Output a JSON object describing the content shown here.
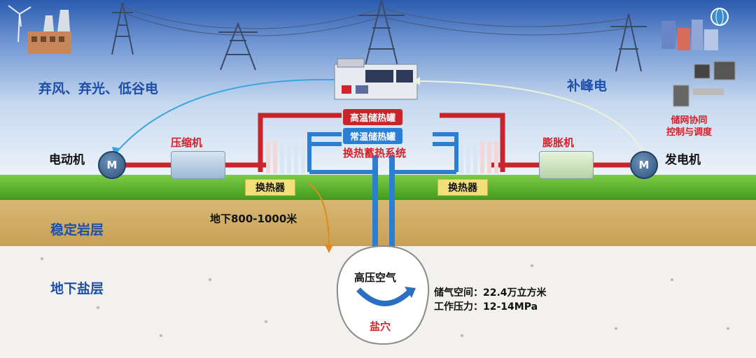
{
  "labels": {
    "abandoned_energy": "弃风、弃光、低谷电",
    "peak_power": "补峰电",
    "motor": "电动机",
    "generator": "发电机",
    "compressor": "压缩机",
    "expander": "膨胀机",
    "high_temp_tank": "高温储热罐",
    "normal_temp_tank": "常温储热罐",
    "heat_system": "换热蓄热系统",
    "heat_exchanger_left": "换热器",
    "heat_exchanger_right": "换热器",
    "grid_dispatch": "储网协同\n控制与调度",
    "stable_rock": "稳定岩层",
    "depth": "地下800-1000米",
    "salt_layer": "地下盐层",
    "high_pressure_air": "高压空气",
    "salt_cavern": "盐穴",
    "storage_space": "储气空间：22.4万立方米",
    "working_pressure": "工作压力：12-14MPa",
    "motor_symbol_left": "M",
    "motor_symbol_right": "M"
  },
  "colors": {
    "high_temp_pipe": "#c8242b",
    "normal_temp_pipe": "#2a7fd4",
    "label_blue": "#1e4fa8",
    "label_red": "#d2232a"
  }
}
